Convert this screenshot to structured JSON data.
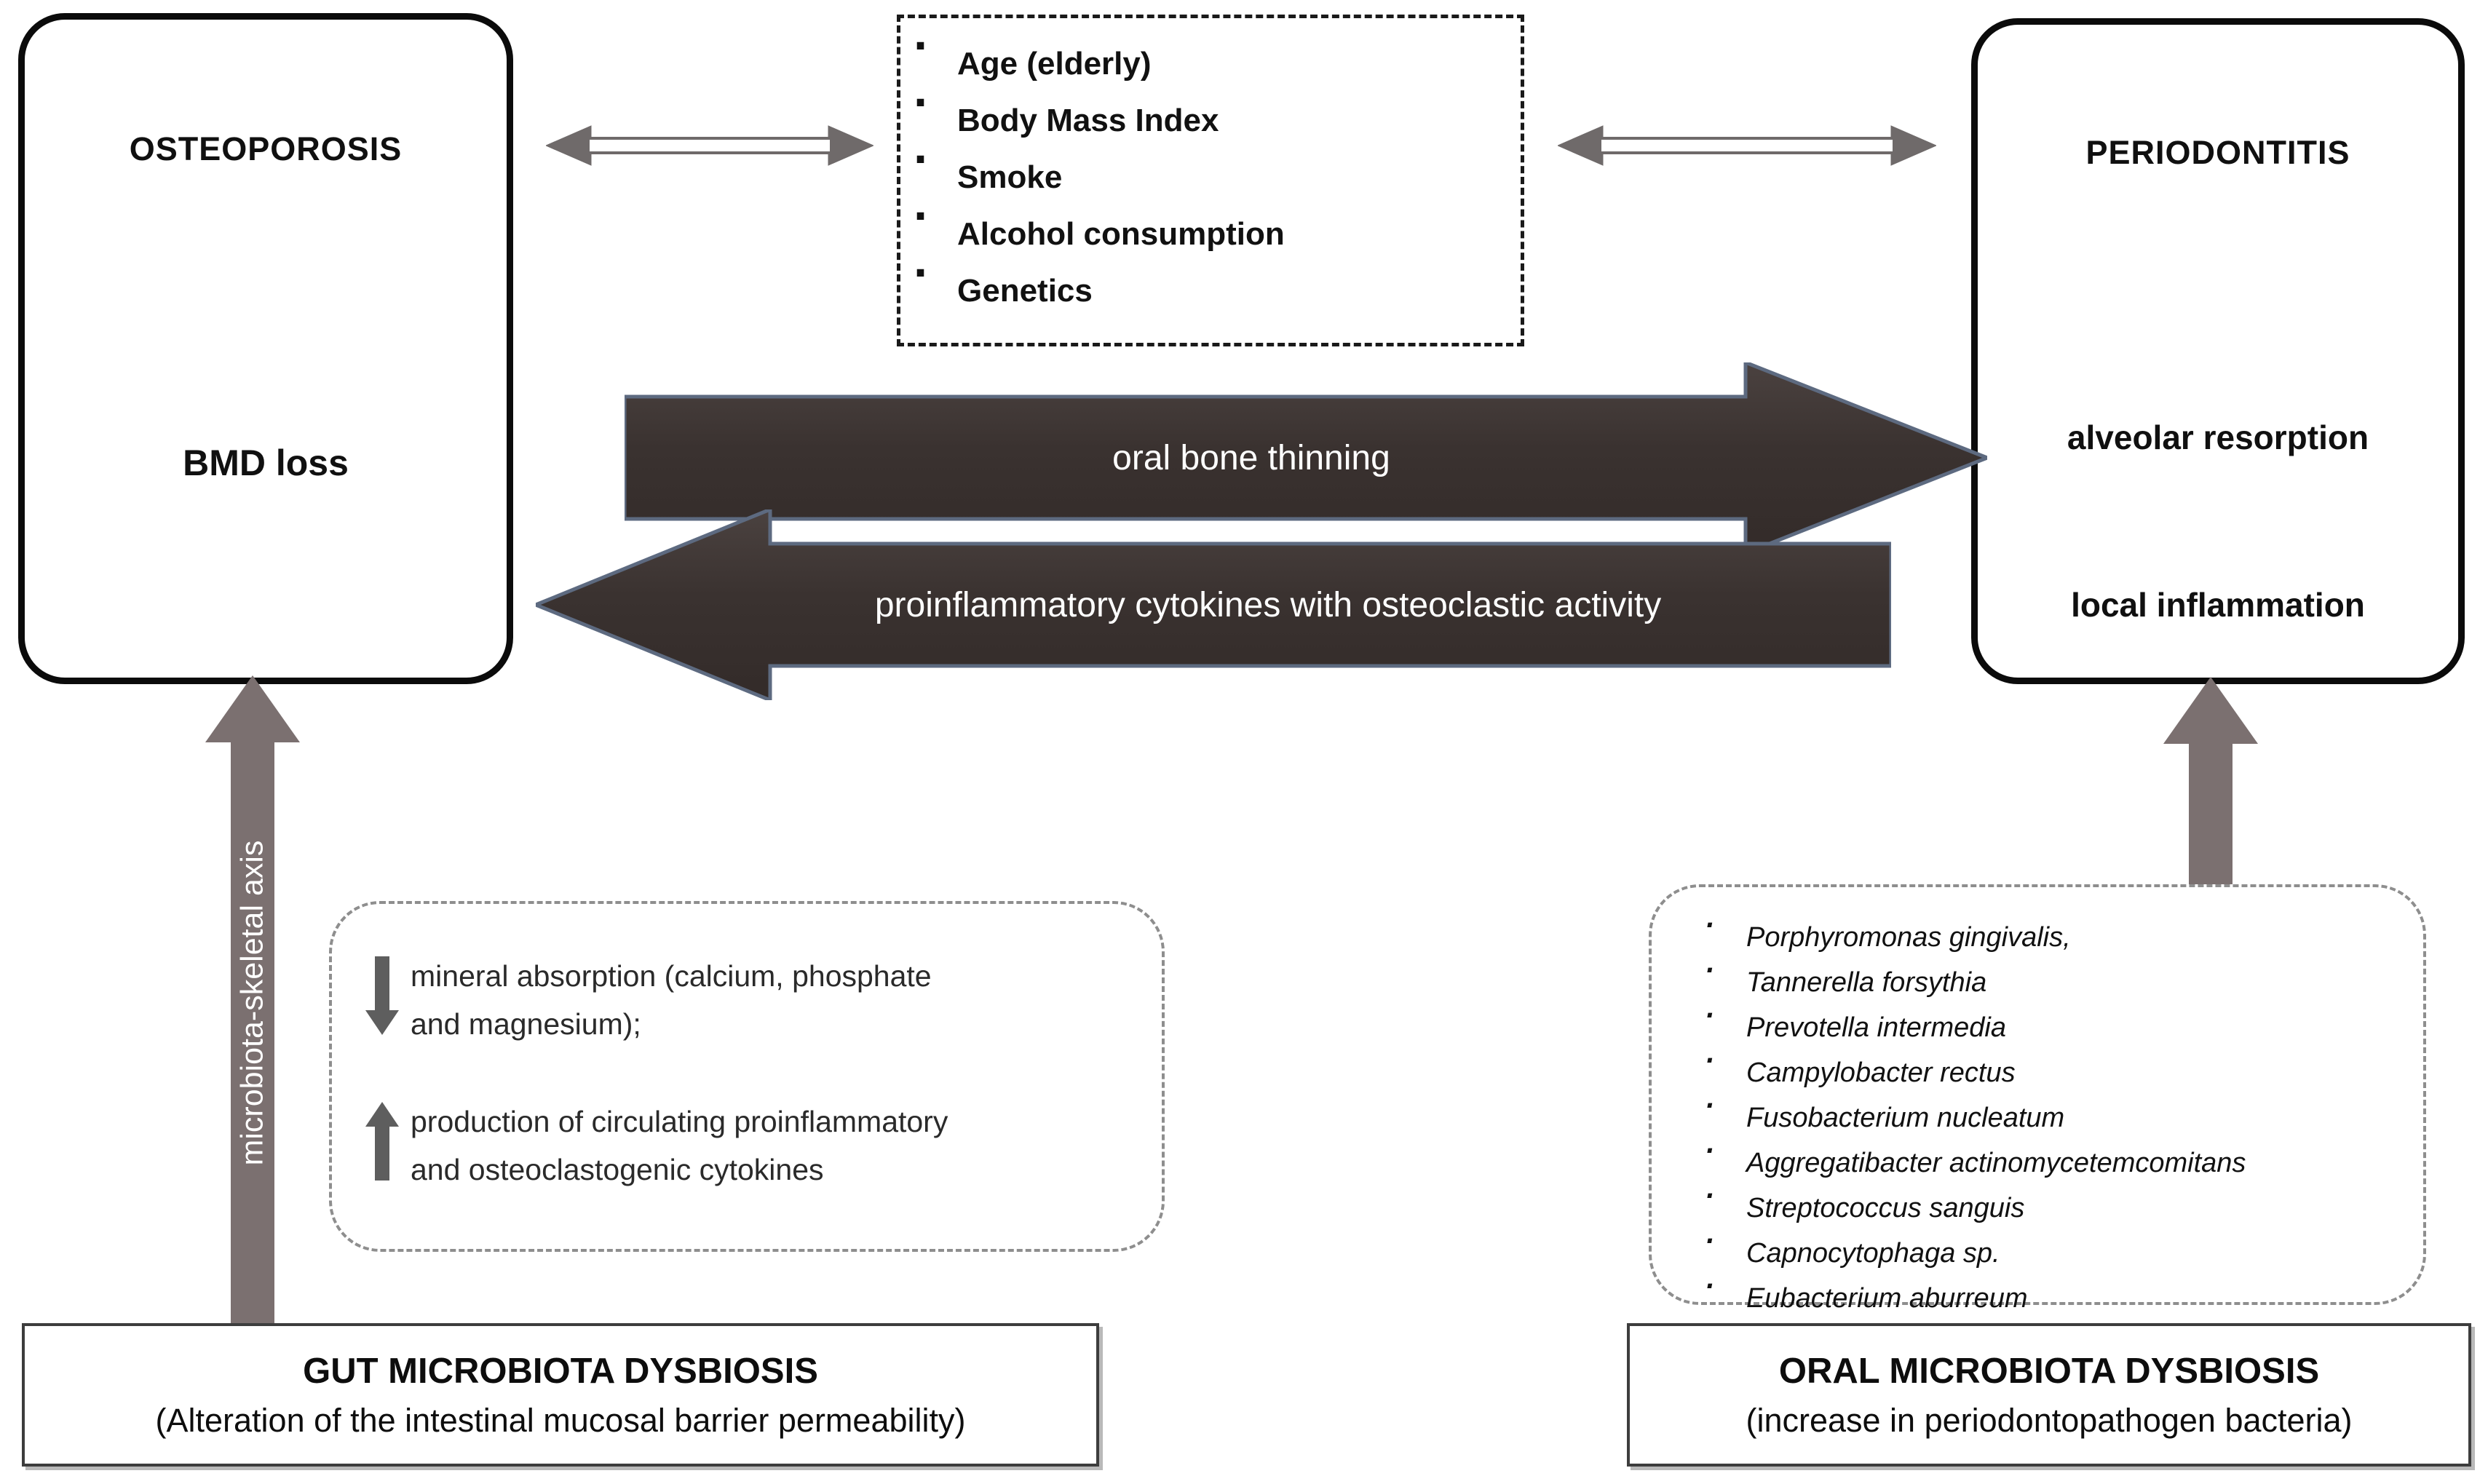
{
  "diagram": {
    "title": "Osteoporosis and periodontitis bidirectional relationship diagram",
    "colors": {
      "box_border": "#0b0b0b",
      "block_arrow_fill": "#3a3230",
      "gray_arrow_fill": "#7b7070",
      "connector_arrow": "#6f6a6a",
      "dashed_gray": "#8e8e8e"
    }
  },
  "osteoporosis": {
    "title": "OSTEOPOROSIS",
    "subtitle": "BMD loss"
  },
  "periodontitis": {
    "title": "PERIODONTITIS",
    "effect_1": "alveolar resorption",
    "effect_2": "local inflammation"
  },
  "risk_factors": {
    "items": [
      "Age (elderly)",
      "Body Mass Index",
      "Smoke",
      "Alcohol consumption",
      "Genetics"
    ]
  },
  "arrows": {
    "to_periodontitis": "oral bone thinning",
    "to_osteoporosis": "proinflammatory  cytokines with osteoclastic activity",
    "gut_axis": "microbiota-skeletal axis"
  },
  "gut_effects": {
    "decreased": "mineral absorption (calcium, phosphate and magnesium);",
    "decreased_line_1": "mineral absorption (calcium, phosphate",
    "decreased_line_2": "and magnesium);",
    "increased": "production of circulating proinflammatory and osteoclastogenic cytokines",
    "increased_line_1": "production of circulating proinflammatory",
    "increased_line_2": "and osteoclastogenic cytokines"
  },
  "oral_bacteria": {
    "items": [
      "Porphyromonas gingivalis,",
      "Tannerella forsythia",
      "Prevotella intermedia",
      "Campylobacter rectus",
      "Fusobacterium nucleatum",
      "Aggregatibacter actinomycetemcomitans",
      "Streptococcus sanguis",
      " Capnocytophaga sp.",
      "Eubacterium aburreum"
    ]
  },
  "gut_dysbiosis": {
    "title": "GUT MICROBIOTA DYSBIOSIS",
    "subtitle": "(Alteration of the intestinal mucosal barrier permeability)"
  },
  "oral_dysbiosis": {
    "title": "ORAL MICROBIOTA DYSBIOSIS",
    "subtitle": "(increase in periodontopathogen  bacteria)"
  }
}
